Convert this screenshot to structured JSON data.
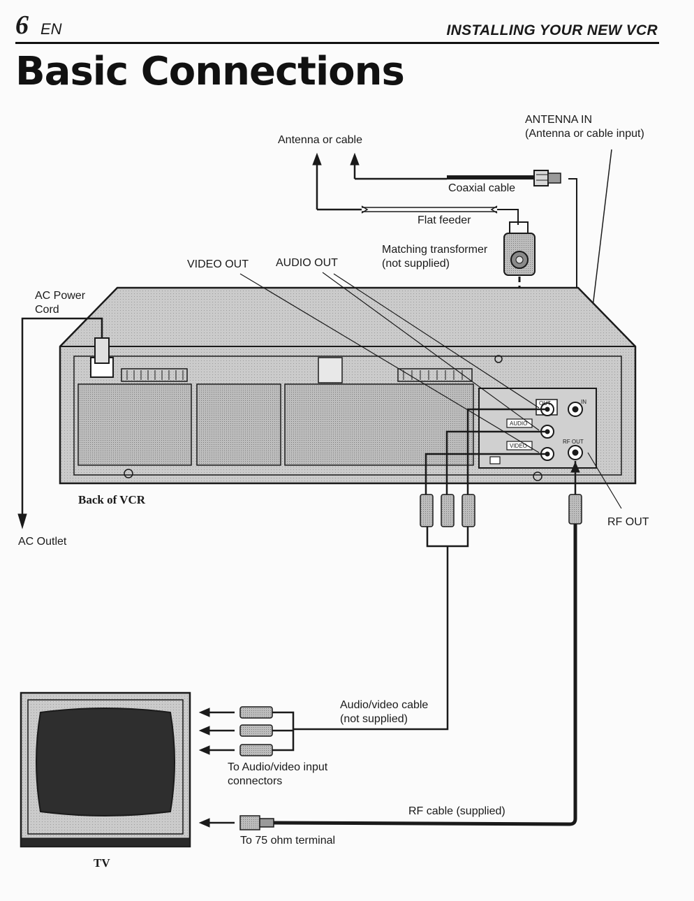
{
  "header": {
    "page_number": "6",
    "language": "EN",
    "section": "INSTALLING YOUR NEW VCR"
  },
  "title": "Basic Connections",
  "labels": {
    "antenna_in": "ANTENNA IN",
    "antenna_in_sub": "(Antenna or cable input)",
    "antenna_or_cable": "Antenna or cable",
    "coaxial_cable": "Coaxial cable",
    "flat_feeder": "Flat feeder",
    "matching_transformer": "Matching transformer",
    "not_supplied_1": "(not supplied)",
    "video_out": "VIDEO OUT",
    "audio_out": "AUDIO OUT",
    "ac_power_1": "AC Power",
    "ac_power_2": "Cord",
    "back_of_vcr": "Back of VCR",
    "ac_outlet": "AC Outlet",
    "rf_out": "RF OUT",
    "av_cable": "Audio/video cable",
    "not_supplied_2": "(not supplied)",
    "to_av_1": "To Audio/video input",
    "to_av_2": "connectors",
    "rf_cable": "RF cable (supplied)",
    "to_75": "To 75 ohm terminal",
    "tv": "TV"
  },
  "panel_labels": {
    "out": "OUT",
    "in": "IN",
    "audio": "AUDIO",
    "video": "VIDEO",
    "rf_out": "RF OUT"
  },
  "colors": {
    "ink": "#1a1a1a",
    "vcr_fill": "#c9c9c9",
    "screen": "#2a2a2a"
  }
}
